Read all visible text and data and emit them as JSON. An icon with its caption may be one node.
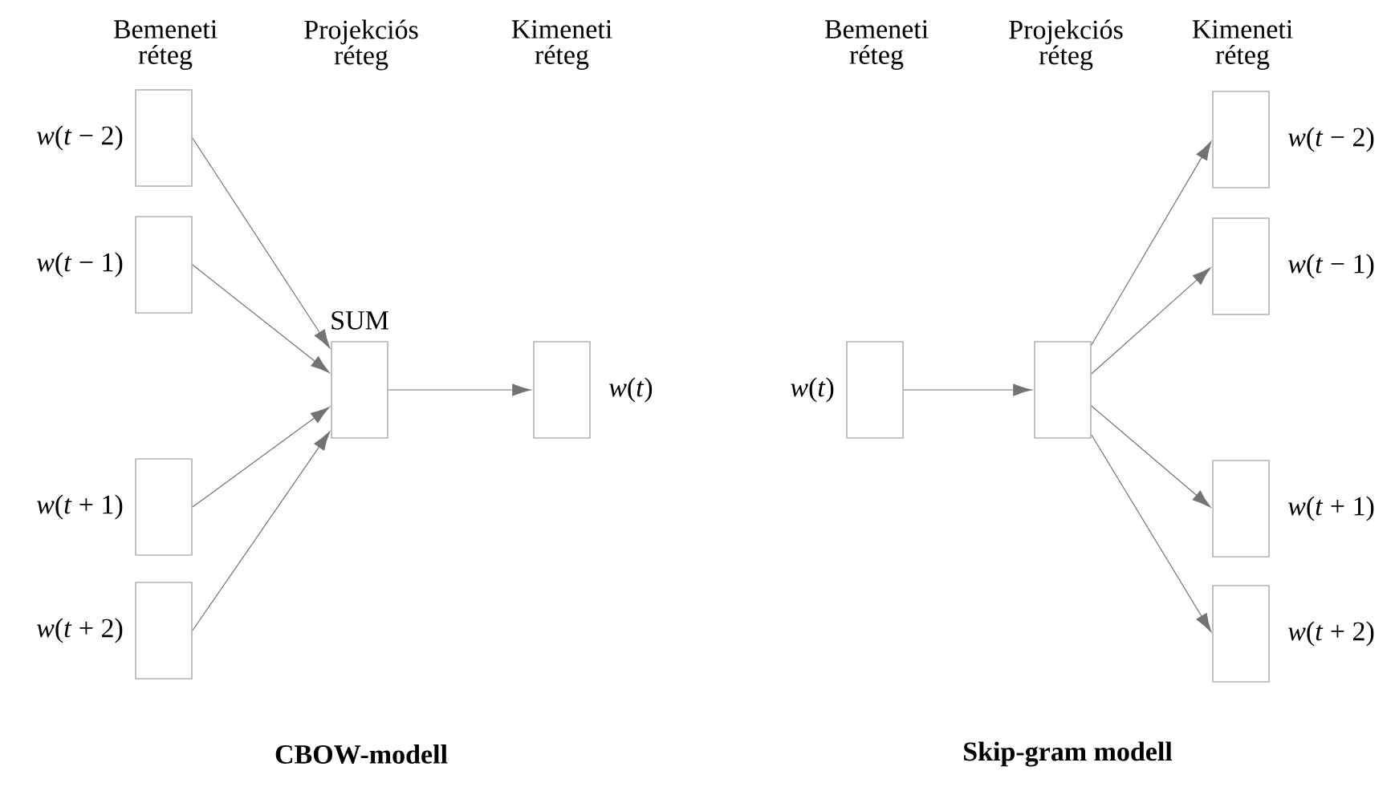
{
  "diagram": {
    "nodes": [
      {
        "text": [],
        "shape": "box",
        "beside": [
          "*w*(*t* − 2)"
        ]
      },
      {
        "text": [],
        "shape": "box",
        "beside": [
          "*w*(*t* − 1)"
        ]
      },
      {
        "text": [],
        "shape": "box",
        "beside": [
          "SUM"
        ]
      },
      {
        "text": [],
        "shape": "box",
        "beside": [
          "*w*(*t* + 1)"
        ]
      },
      {
        "text": [],
        "shape": "box",
        "beside": [
          "*w*(*t* + 2)"
        ]
      },
      {
        "text": [],
        "shape": "box",
        "beside": [
          "*w*(*t*)"
        ]
      },
      {
        "text": [],
        "shape": "box",
        "beside": [
          "*w*(*t*)"
        ]
      },
      {
        "text": [],
        "shape": "box"
      },
      {
        "text": [],
        "shape": "box",
        "beside": [
          "*w*(*t* − 2)"
        ]
      },
      {
        "text": [],
        "shape": "box",
        "beside": [
          "*w*(*t* − 1)"
        ]
      },
      {
        "text": [],
        "shape": "box",
        "beside": [
          "*w*(*t* + 1)"
        ]
      },
      {
        "text": [],
        "shape": "box",
        "beside": [
          "*w*(*t* + 2)"
        ]
      }
    ],
    "edges": [
      {
        "from": 0,
        "to": 2,
        "arrow": "to"
      },
      {
        "from": 1,
        "to": 2,
        "arrow": "to"
      },
      {
        "from": 3,
        "to": 2,
        "arrow": "to"
      },
      {
        "from": 4,
        "to": 2,
        "arrow": "to"
      },
      {
        "from": 2,
        "to": 5,
        "arrow": "to"
      },
      {
        "from": 6,
        "to": 7,
        "arrow": "to"
      },
      {
        "from": 7,
        "to": 8,
        "arrow": "to"
      },
      {
        "from": 7,
        "to": 9,
        "arrow": "to"
      },
      {
        "from": 7,
        "to": 10,
        "arrow": "to"
      },
      {
        "from": 7,
        "to": 11,
        "arrow": "to"
      }
    ],
    "labels": [
      "Bemeneti réteg",
      "Projekciós réteg",
      "Kimeneti réteg",
      "Bemeneti réteg",
      "Projekciós réteg",
      "Kimeneti réteg",
      "CBOW-modell",
      "Skip-gram modell"
    ]
  }
}
